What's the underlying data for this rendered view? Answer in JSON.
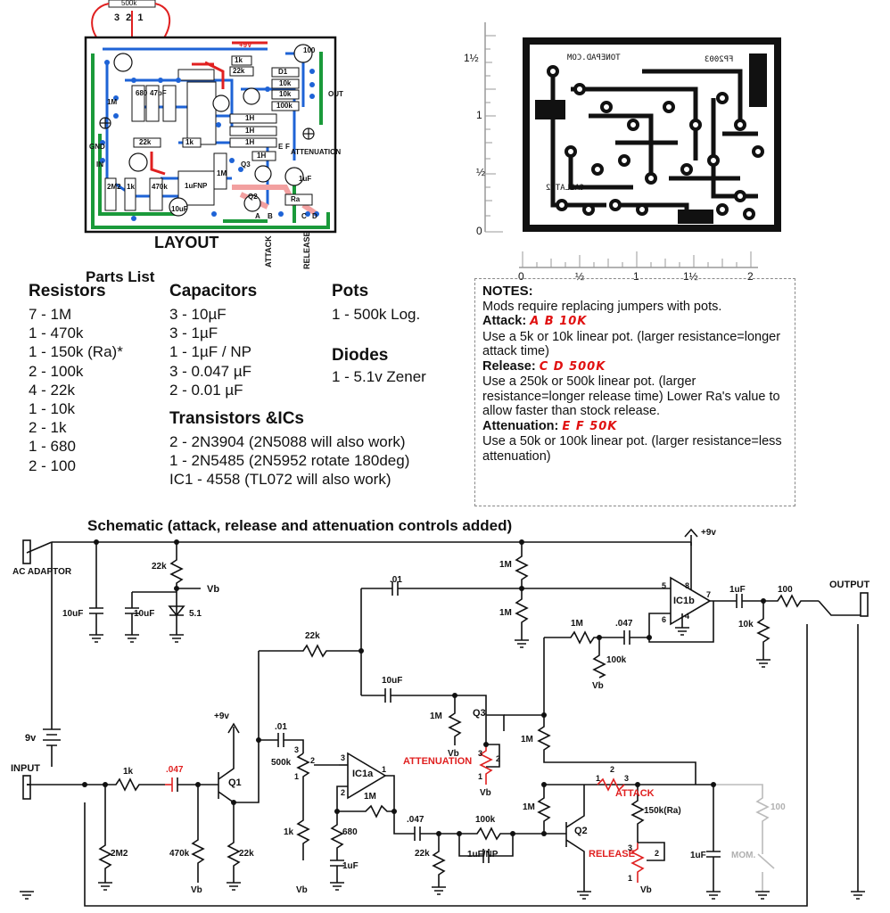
{
  "layout": {
    "title": "LAYOUT",
    "pot_value": "500k",
    "pot_pins": "3 2 1",
    "power_label": "+9V",
    "gnd_label": "GND",
    "in_label": "IN",
    "out_label": "OUT",
    "attenuation_label": "ATTENUATION",
    "attack_label": "ATTACK",
    "release_label": "RELEASE",
    "components": [
      "1k",
      "22k",
      "D1",
      "10k",
      "10k",
      "100k",
      "100",
      "47pF",
      "680",
      "22k",
      "1k",
      "1H",
      "1H",
      "1H",
      "1H",
      "Q3",
      "1M",
      "1uFNP",
      "Q2",
      "Ra",
      "2M2",
      "1k",
      "470k",
      "10uF",
      "1uF",
      "A",
      "B",
      "E",
      "F",
      "C",
      "D",
      "1M"
    ]
  },
  "pcb": {
    "left_scale": [
      "1½",
      "1",
      "½",
      "0"
    ],
    "bottom_scale": [
      "0",
      "½",
      "1",
      "1½",
      "2"
    ],
    "text_top": "TONEPAD.COM",
    "text_id": "FP2003",
    "text_bottom": "CALLATE2"
  },
  "parts_list": {
    "title": "Parts List",
    "resistors": {
      "heading": "Resistors",
      "items": [
        "7 - 1M",
        "1 - 470k",
        "1 - 150k (Ra)*",
        "2 - 100k",
        "4 - 22k",
        "1 - 10k",
        "2 - 1k",
        "1 - 680",
        "2 - 100"
      ]
    },
    "capacitors": {
      "heading": "Capacitors",
      "items": [
        "3 - 10µF",
        "3 - 1µF",
        "1 - 1µF / NP",
        "3 - 0.047 µF",
        "2 - 0.01 µF"
      ]
    },
    "transistors": {
      "heading": "Transistors &ICs",
      "items": [
        "2 - 2N3904 (2N5088 will also work)",
        "1 - 2N5485 (2N5952 rotate 180deg)",
        "IC1 - 4558 (TL072 will also work)"
      ]
    },
    "pots": {
      "heading": "Pots",
      "items": [
        "1 - 500k Log."
      ]
    },
    "diodes": {
      "heading": "Diodes",
      "items": [
        "1 - 5.1v Zener"
      ]
    }
  },
  "notes": {
    "title": "NOTES:",
    "intro": "Mods require replacing jumpers with pots.",
    "attack_head": "Attack:",
    "attack_hand": "A B 10K",
    "attack_text": "Use a 5k or 10k linear pot. (larger resistance=longer attack time)",
    "release_head": "Release:",
    "release_hand": "C D 500K",
    "release_text": "Use a 250k or 500k linear pot. (larger resistance=longer release time) Lower Ra's value to allow faster than stock release.",
    "atten_head": "Attenuation:",
    "atten_hand": "E F 50K",
    "atten_text": "Use a 50k or 100k linear pot. (larger resistance=less attenuation)"
  },
  "schematic": {
    "title": "Schematic (attack, release and attenuation controls added)",
    "labels": {
      "ac_adaptor": "AC ADAPTOR",
      "input": "INPUT",
      "output": "OUTPUT",
      "battery": "9v",
      "vplus": "+9v",
      "vb": "Vb",
      "ic1a": "IC1a",
      "ic1b": "IC1b",
      "q1": "Q1",
      "q2": "Q2",
      "q3": "Q3",
      "attenuation": "ATTENUATION",
      "attack": "ATTACK",
      "release": "RELEASE",
      "mom": "MOM.",
      "zener": "5.1",
      "c10uf_a": "10uF",
      "c10uf_b": "10uF",
      "c10uf_c": "10uF",
      "r22k_a": "22k",
      "r22k_b": "22k",
      "r22k_c": "22k",
      "r22k_d": "22k",
      "c01_a": ".01",
      "c01_b": ".01",
      "r1m_a": "1M",
      "r1m_b": "1M",
      "r1m_c": "1M",
      "r1m_d": "1M",
      "r1m_e": "1M",
      "r1m_f": "1M",
      "r1m_g": "1M",
      "c047_a": ".047",
      "c047_b": ".047",
      "c047_c": ".047",
      "r100k_a": "100k",
      "r100k_b": "100k",
      "r100_a": "100",
      "r100_gray": "100",
      "r10k": "10k",
      "c1uf_a": "1uF",
      "c1uf_b": "1uF",
      "c1uf_c": "1uF",
      "c1ufnp": "1uF/NP",
      "r1k_a": "1k",
      "r1k_b": "1k",
      "r2m2": "2M2",
      "r470k": "470k",
      "r680": "680",
      "pot500k": "500k",
      "ra": "150k(Ra)",
      "pin1": "1",
      "pin2": "2",
      "pin3": "3",
      "pin4": "4",
      "pin5": "5",
      "pin6": "6",
      "pin7": "7",
      "pin8": "8"
    }
  }
}
